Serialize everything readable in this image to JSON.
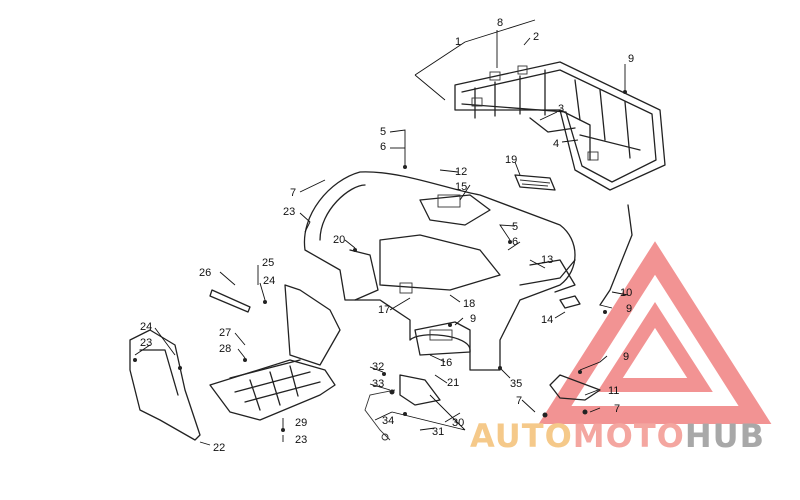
{
  "callouts": [
    {
      "id": "c1",
      "text": "1"
    },
    {
      "id": "c2",
      "text": "2"
    },
    {
      "id": "c3",
      "text": "3"
    },
    {
      "id": "c4",
      "text": "4"
    },
    {
      "id": "c5a",
      "text": "5"
    },
    {
      "id": "c5b",
      "text": "5"
    },
    {
      "id": "c6a",
      "text": "6"
    },
    {
      "id": "c6b",
      "text": "6"
    },
    {
      "id": "c7a",
      "text": "7"
    },
    {
      "id": "c7b",
      "text": "7"
    },
    {
      "id": "c7c",
      "text": "7"
    },
    {
      "id": "c8",
      "text": "8"
    },
    {
      "id": "c9a",
      "text": "9"
    },
    {
      "id": "c9b",
      "text": "9"
    },
    {
      "id": "c9c",
      "text": "9"
    },
    {
      "id": "c9d",
      "text": "9"
    },
    {
      "id": "c10",
      "text": "10"
    },
    {
      "id": "c11",
      "text": "11"
    },
    {
      "id": "c12",
      "text": "12"
    },
    {
      "id": "c13",
      "text": "13"
    },
    {
      "id": "c14",
      "text": "14"
    },
    {
      "id": "c15",
      "text": "15"
    },
    {
      "id": "c16",
      "text": "16"
    },
    {
      "id": "c17",
      "text": "17"
    },
    {
      "id": "c18",
      "text": "18"
    },
    {
      "id": "c19",
      "text": "19"
    },
    {
      "id": "c20",
      "text": "20"
    },
    {
      "id": "c21",
      "text": "21"
    },
    {
      "id": "c22",
      "text": "22"
    },
    {
      "id": "c23a",
      "text": "23"
    },
    {
      "id": "c23b",
      "text": "23"
    },
    {
      "id": "c23c",
      "text": "23"
    },
    {
      "id": "c24a",
      "text": "24"
    },
    {
      "id": "c24b",
      "text": "24"
    },
    {
      "id": "c25",
      "text": "25"
    },
    {
      "id": "c26",
      "text": "26"
    },
    {
      "id": "c27",
      "text": "27"
    },
    {
      "id": "c28",
      "text": "28"
    },
    {
      "id": "c29",
      "text": "29"
    },
    {
      "id": "c30",
      "text": "30"
    },
    {
      "id": "c31",
      "text": "31"
    },
    {
      "id": "c32",
      "text": "32"
    },
    {
      "id": "c33",
      "text": "33"
    },
    {
      "id": "c34",
      "text": "34"
    },
    {
      "id": "c35",
      "text": "35"
    }
  ],
  "watermark": {
    "part1": "AUTO",
    "part2": "MOTO",
    "part3": "HUB",
    "colors": {
      "part1": "#f5c98a",
      "part2": "#f4a6a0",
      "part3": "#a8a8a8",
      "triangle": "#f08080"
    }
  }
}
